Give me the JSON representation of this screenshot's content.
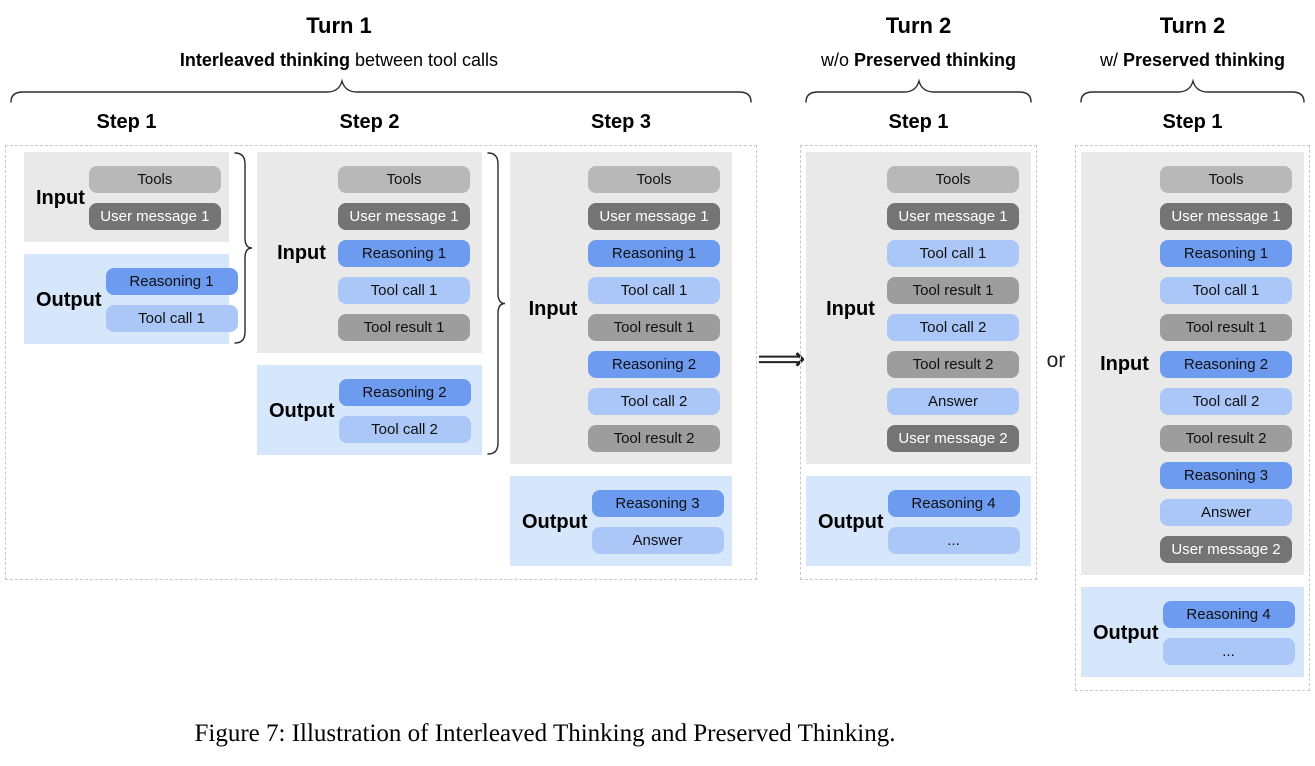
{
  "caption": "Figure 7: Illustration of Interleaved Thinking and Preserved Thinking.",
  "connectors": [
    {
      "type": "arrow",
      "text": "⟹"
    },
    {
      "type": "or",
      "text": "or"
    }
  ],
  "colors": {
    "input_box_bg": "#e9e9e9",
    "output_box_bg": "#d6e6fb",
    "tools_bg": "#b8b8b8",
    "user_bg": "#747474",
    "user_text": "#ffffff",
    "reasoning_bg": "#6c9bf0",
    "toolcall_bg": "#aac7f8",
    "result_bg": "#9d9d9d",
    "pill_text": "#101010",
    "dash_border": "#c8c8c8"
  },
  "groups": [
    {
      "title": "Turn 1",
      "subtitle": [
        {
          "text": "Interleaved thinking",
          "bold": true
        },
        {
          "text": " between tool calls",
          "bold": false
        }
      ],
      "steps": [
        {
          "label": "Step 1",
          "brace_after": true,
          "input": {
            "label": "Input",
            "pills": [
              {
                "text": "Tools",
                "style": "tools"
              },
              {
                "text": "User message 1",
                "style": "user"
              }
            ]
          },
          "output": {
            "label": "Output",
            "pills": [
              {
                "text": "Reasoning 1",
                "style": "reasoning"
              },
              {
                "text": "Tool call 1",
                "style": "toolcall"
              }
            ]
          }
        },
        {
          "label": "Step 2",
          "brace_after": true,
          "input": {
            "label": "Input",
            "pills": [
              {
                "text": "Tools",
                "style": "tools"
              },
              {
                "text": "User message 1",
                "style": "user"
              },
              {
                "text": "Reasoning 1",
                "style": "reasoning"
              },
              {
                "text": "Tool call 1",
                "style": "toolcall"
              },
              {
                "text": "Tool result 1",
                "style": "result"
              }
            ]
          },
          "output": {
            "label": "Output",
            "pills": [
              {
                "text": "Reasoning 2",
                "style": "reasoning"
              },
              {
                "text": "Tool call 2",
                "style": "toolcall"
              }
            ]
          }
        },
        {
          "label": "Step 3",
          "brace_after": false,
          "input": {
            "label": "Input",
            "pills": [
              {
                "text": "Tools",
                "style": "tools"
              },
              {
                "text": "User message 1",
                "style": "user"
              },
              {
                "text": "Reasoning 1",
                "style": "reasoning"
              },
              {
                "text": "Tool call 1",
                "style": "toolcall"
              },
              {
                "text": "Tool result 1",
                "style": "result"
              },
              {
                "text": "Reasoning 2",
                "style": "reasoning"
              },
              {
                "text": "Tool call 2",
                "style": "toolcall"
              },
              {
                "text": "Tool result 2",
                "style": "result"
              }
            ]
          },
          "output": {
            "label": "Output",
            "pills": [
              {
                "text": "Reasoning 3",
                "style": "reasoning"
              },
              {
                "text": "Answer",
                "style": "toolcall"
              }
            ]
          }
        }
      ]
    },
    {
      "title": "Turn 2",
      "subtitle": [
        {
          "text": "w/o ",
          "bold": false
        },
        {
          "text": "Preserved thinking",
          "bold": true
        }
      ],
      "steps": [
        {
          "label": "Step 1",
          "brace_after": false,
          "input": {
            "label": "Input",
            "pills": [
              {
                "text": "Tools",
                "style": "tools"
              },
              {
                "text": "User message 1",
                "style": "user"
              },
              {
                "text": "Tool call 1",
                "style": "toolcall"
              },
              {
                "text": "Tool result 1",
                "style": "result"
              },
              {
                "text": "Tool call 2",
                "style": "toolcall"
              },
              {
                "text": "Tool result 2",
                "style": "result"
              },
              {
                "text": "Answer",
                "style": "toolcall"
              },
              {
                "text": "User message 2",
                "style": "user"
              }
            ]
          },
          "output": {
            "label": "Output",
            "pills": [
              {
                "text": "Reasoning 4",
                "style": "reasoning"
              },
              {
                "text": "...",
                "style": "toolcall"
              }
            ]
          }
        }
      ]
    },
    {
      "title": "Turn 2",
      "subtitle": [
        {
          "text": "w/ ",
          "bold": false
        },
        {
          "text": "Preserved thinking",
          "bold": true
        }
      ],
      "steps": [
        {
          "label": "Step 1",
          "brace_after": false,
          "input": {
            "label": "Input",
            "pills": [
              {
                "text": "Tools",
                "style": "tools"
              },
              {
                "text": "User message 1",
                "style": "user"
              },
              {
                "text": "Reasoning 1",
                "style": "reasoning"
              },
              {
                "text": "Tool call 1",
                "style": "toolcall"
              },
              {
                "text": "Tool result 1",
                "style": "result"
              },
              {
                "text": "Reasoning 2",
                "style": "reasoning"
              },
              {
                "text": "Tool call 2",
                "style": "toolcall"
              },
              {
                "text": "Tool result 2",
                "style": "result"
              },
              {
                "text": "Reasoning 3",
                "style": "reasoning"
              },
              {
                "text": "Answer",
                "style": "toolcall"
              },
              {
                "text": "User message 2",
                "style": "user"
              }
            ]
          },
          "output": {
            "label": "Output",
            "pills": [
              {
                "text": "Reasoning 4",
                "style": "reasoning"
              },
              {
                "text": "...",
                "style": "toolcall"
              }
            ]
          }
        }
      ]
    }
  ]
}
